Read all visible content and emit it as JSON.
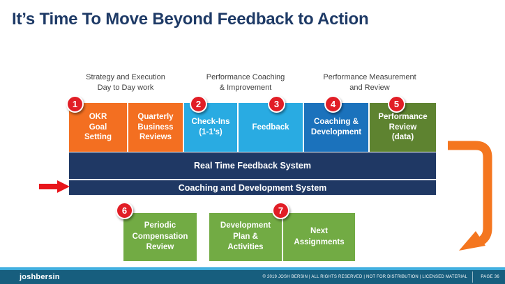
{
  "title": "It’s Time To Move Beyond Feedback to Action",
  "category_labels": [
    "Strategy and Execution\nDay to Day work",
    "Performance Coaching\n& Improvement",
    "Performance Measurement\nand Review"
  ],
  "top_boxes": [
    {
      "badge": "1",
      "label": "OKR\nGoal\nSetting",
      "color": "orange"
    },
    {
      "badge": "",
      "label": "Quarterly\nBusiness\nReviews",
      "color": "orange"
    },
    {
      "badge": "2",
      "label": "Check-Ins\n(1-1’s)",
      "color": "light_blue"
    },
    {
      "badge": "3",
      "label": "Feedback",
      "color": "light_blue"
    },
    {
      "badge": "4",
      "label": "Coaching &\nDevelopment",
      "color": "mid_blue"
    },
    {
      "badge": "5",
      "label": "Performance\nReview\n(data)",
      "color": "olive_green"
    }
  ],
  "system_bars": [
    {
      "label": "Real Time Feedback System"
    },
    {
      "label": "Coaching and Development System"
    }
  ],
  "bottom_boxes": [
    {
      "badge": "6",
      "label": "Periodic\nCompensation\nReview"
    },
    {
      "badge": "7",
      "label": "Development\nPlan &\nActivities"
    },
    {
      "badge": "",
      "label": "Next\nAssignments"
    }
  ],
  "footer": {
    "logo": "joshbersin",
    "copyright": "© 2019 JOSH BERSIN | ALL RIGHTS RESERVED | NOT FOR DISTRIBUTION | LICENSED MATERIAL",
    "page": "PAGE 36"
  },
  "colors": {
    "orange": "#F36F21",
    "light_blue": "#29ABE2",
    "mid_blue": "#1B72BC",
    "olive_green": "#5E8330",
    "green": "#72AB44",
    "navy": "#1F3864",
    "badge_red": "#E11E26",
    "red_arrow": "#E8151B",
    "loop_arrow_orange": "#F4761F",
    "title_navy": "#1E3A66",
    "label_gray": "#3F3F3F",
    "footer_bar": "#175E7E",
    "footer_strip": "#41AFDF"
  }
}
